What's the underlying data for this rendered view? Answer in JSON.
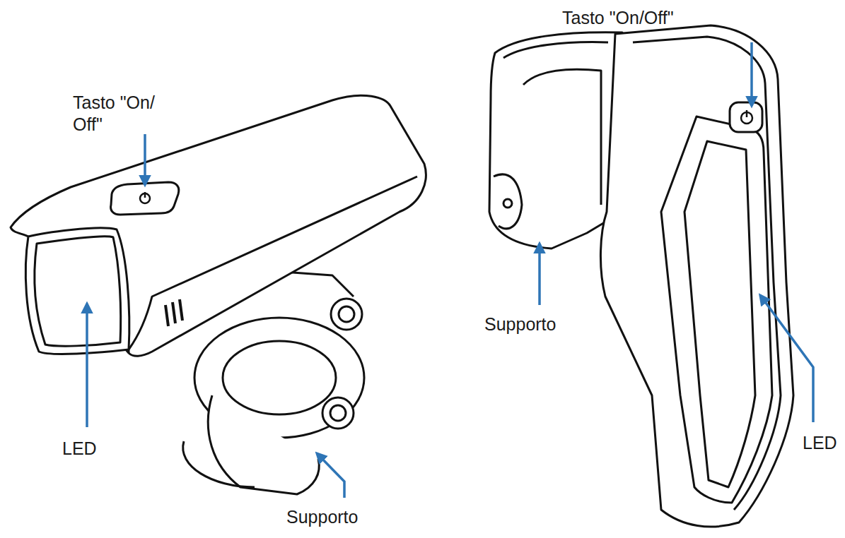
{
  "diagram": {
    "labels": [
      "Tasto \"On/ Off\"",
      "LED",
      "Supporto",
      "Tasto \"On/Off\"",
      "Supporto",
      "LED"
    ]
  }
}
